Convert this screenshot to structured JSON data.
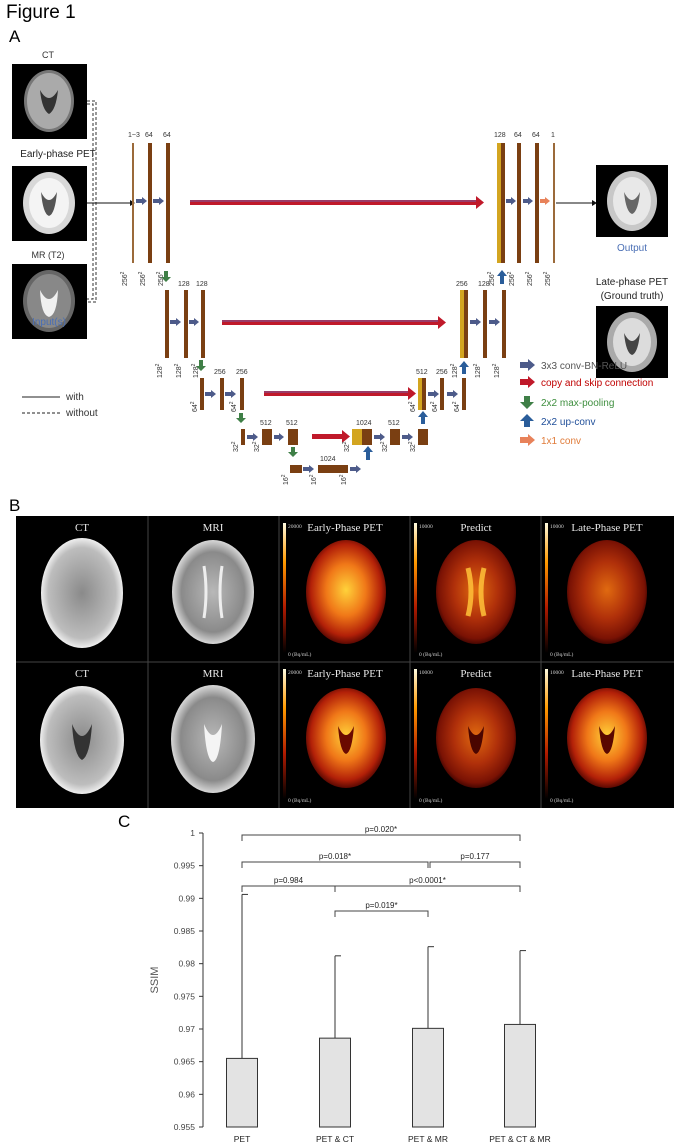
{
  "figure_title": "Figure 1",
  "panelA": {
    "letter": "A",
    "inputs": [
      "CT",
      "Early-phase PET",
      "MR (T2)"
    ],
    "inputs_caption": "Input(s)",
    "output_caption": "Output",
    "ground_truth": [
      "Late-phase PET",
      "(Ground truth)"
    ],
    "line_legend": [
      "with",
      "without"
    ],
    "legend": [
      {
        "label": "3x3 conv-BN-ReLU",
        "color": "#4d5b8a",
        "text_color": "#555555",
        "icon": "conv-arrow-icon"
      },
      {
        "label": "copy and skip connection",
        "color": "#c0192a",
        "text_color": "#c00000",
        "icon": "skip-arrow-icon"
      },
      {
        "label": "2x2 max-pooling",
        "color": "#3f7f47",
        "text_color": "#3f8f3f",
        "icon": "pool-arrow-icon"
      },
      {
        "label": "2x2 up-conv",
        "color": "#2a5d9a",
        "text_color": "#1f4e99",
        "icon": "upconv-arrow-icon"
      },
      {
        "label": "1x1 conv",
        "color": "#e8825a",
        "text_color": "#e07b39",
        "icon": "onebyone-arrow-icon"
      }
    ],
    "channels": {
      "enc1": [
        "1~3",
        "64",
        "64"
      ],
      "enc2": [
        "128",
        "128"
      ],
      "enc3": [
        "256",
        "256"
      ],
      "enc4": [
        "512",
        "512"
      ],
      "bottom": [
        "1024"
      ],
      "dec4": [
        "1024",
        "512"
      ],
      "dec3": [
        "512",
        "256"
      ],
      "dec2": [
        "256",
        "128"
      ],
      "dec1": [
        "128",
        "64",
        "64",
        "1"
      ]
    },
    "sizes": {
      "s256": "256",
      "s128": "128",
      "s64": "64",
      "s32": "32",
      "s16": "16",
      "sq": "2"
    }
  },
  "panelB": {
    "letter": "B",
    "columns": [
      "CT",
      "MRI",
      "Early-Phase PET",
      "Predict",
      "Late-Phase PET"
    ],
    "colorbar_max": [
      "20000",
      "10000",
      "10000"
    ],
    "colorbar_min": "0 (Bq/mL)"
  },
  "panelC": {
    "letter": "C",
    "chart_data": {
      "type": "bar",
      "ylabel": "SSIM",
      "ylim": [
        0.955,
        1.0
      ],
      "yticks": [
        "0.955",
        "0.96",
        "0.965",
        "0.97",
        "0.975",
        "0.98",
        "0.985",
        "0.99",
        "0.995",
        "1"
      ],
      "categories": [
        "PET",
        "PET & CT",
        "PET & MR",
        "PET & CT & MR"
      ],
      "values": [
        0.9655,
        0.9686,
        0.9701,
        0.9707
      ],
      "error_upper": [
        0.9906,
        0.9812,
        0.9826,
        0.982
      ],
      "comparisons": [
        {
          "from": 0,
          "to": 3,
          "label": "p=0.020*"
        },
        {
          "from": 0,
          "to": 2,
          "label": "p=0.018*"
        },
        {
          "from": 2,
          "to": 3,
          "label": "p=0.177"
        },
        {
          "from": 0,
          "to": 1,
          "label": "p=0.984"
        },
        {
          "from": 1,
          "to": 3,
          "label": "p<0.0001*"
        },
        {
          "from": 1,
          "to": 2,
          "label": "p=0.019*"
        }
      ],
      "grid": false,
      "bar_color": "#e3e3e3"
    }
  }
}
